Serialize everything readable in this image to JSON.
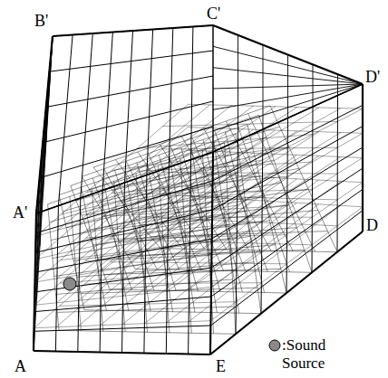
{
  "diagram": {
    "labels": [
      "B'",
      "C'",
      "D'",
      "A'",
      "D",
      "A",
      "E"
    ],
    "legend": [
      {
        "text": ":Sound Source"
      }
    ]
  }
}
